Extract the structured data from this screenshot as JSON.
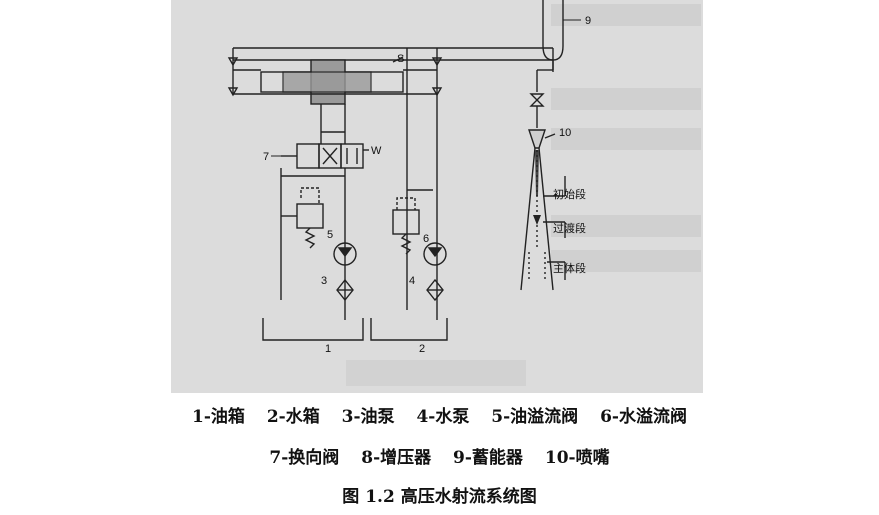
{
  "legend": {
    "line1": [
      "1-油箱",
      "2-水箱",
      "3-油泵",
      "4-水泵",
      "5-油溢流阀",
      "6-水溢流阀"
    ],
    "line2": [
      "7-换向阀",
      "8-增压器",
      "9-蓄能器",
      "10-喷嘴"
    ]
  },
  "caption": "图 1.2  高压水射流系统图",
  "diagram": {
    "numbers": {
      "n1": "1",
      "n2": "2",
      "n3": "3",
      "n4": "4",
      "n5": "5",
      "n6": "6",
      "n7": "7",
      "n9": "9",
      "n10": "10",
      "s": "S",
      "w": "W"
    },
    "zones": {
      "initial": "初始段",
      "transition": "过渡段",
      "main": "主体段"
    }
  }
}
